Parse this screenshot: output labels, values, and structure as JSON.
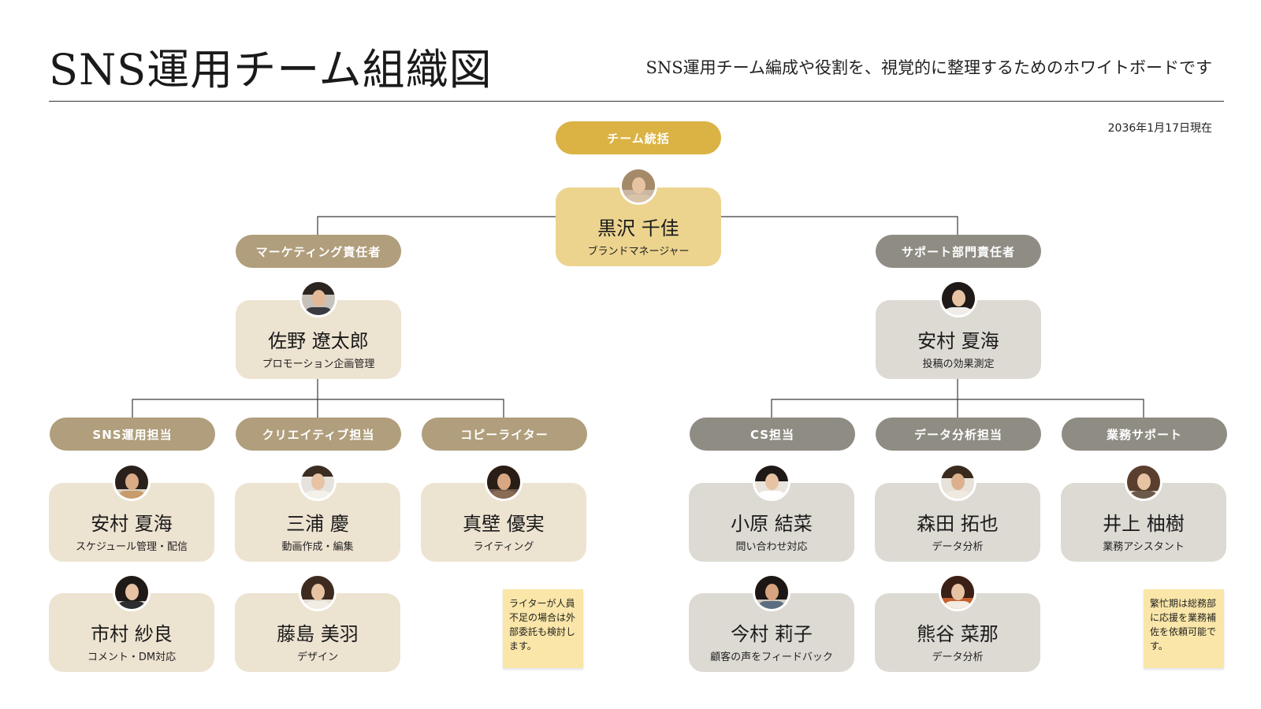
{
  "header": {
    "title": "SNS運用チーム組織図",
    "subtitle": "SNS運用チーム編成や役割を、視覚的に整理するためのホワイトボードです",
    "date": "2036年1月17日現在"
  },
  "colors": {
    "leader_pill": "#dbb345",
    "leader_card": "#ecd48f",
    "marketing_pill": "#b09e7c",
    "marketing_card": "#ede3d1",
    "support_pill": "#8f8c84",
    "support_card": "#dddad4",
    "sticky_note": "#f9e6a8"
  },
  "leader": {
    "role_label": "チーム統括",
    "name": "黒沢 千佳",
    "title": "ブランドマネージャー"
  },
  "marketing": {
    "role_label": "マーケティング責任者",
    "head": {
      "name": "佐野 遼太郎",
      "title": "プロモーション企画管理"
    },
    "teams": [
      {
        "label": "SNS運用担当",
        "members": [
          {
            "name": "安村 夏海",
            "title": "スケジュール管理・配信"
          },
          {
            "name": "市村 紗良",
            "title": "コメント・DM対応"
          }
        ]
      },
      {
        "label": "クリエイティブ担当",
        "members": [
          {
            "name": "三浦 慶",
            "title": "動画作成・編集"
          },
          {
            "name": "藤島 美羽",
            "title": "デザイン"
          }
        ]
      },
      {
        "label": "コピーライター",
        "members": [
          {
            "name": "真壁 優実",
            "title": "ライティング"
          }
        ]
      }
    ],
    "note": "ライターが人員不足の場合は外部委託も検討します。"
  },
  "support": {
    "role_label": "サポート部門責任者",
    "head": {
      "name": "安村 夏海",
      "title": "投稿の効果測定"
    },
    "teams": [
      {
        "label": "CS担当",
        "members": [
          {
            "name": "小原 結菜",
            "title": "問い合わせ対応"
          },
          {
            "name": "今村 莉子",
            "title": "顧客の声をフィードバック"
          }
        ]
      },
      {
        "label": "データ分析担当",
        "members": [
          {
            "name": "森田 拓也",
            "title": "データ分析"
          },
          {
            "name": "熊谷 菜那",
            "title": "データ分析"
          }
        ]
      },
      {
        "label": "業務サポート",
        "members": [
          {
            "name": "井上 柚樹",
            "title": "業務アシスタント"
          }
        ]
      }
    ],
    "note": "繁忙期は総務部に応援を業務補佐を依頼可能です。"
  }
}
